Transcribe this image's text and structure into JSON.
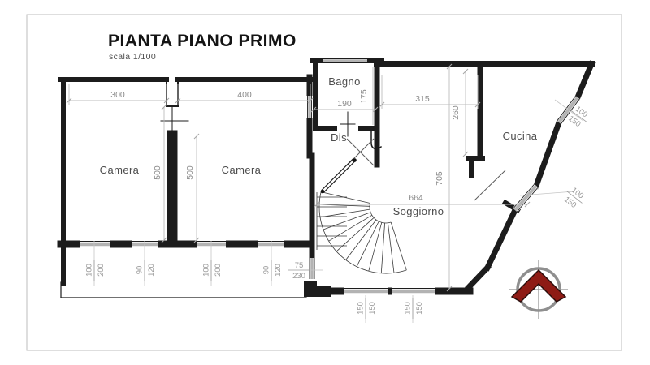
{
  "sheet": {
    "title": "PIANTA PIANO PRIMO",
    "scale_note": "scala 1/100"
  },
  "rooms": {
    "camera1": "Camera",
    "camera2": "Camera",
    "bagno": "Bagno",
    "dis": "Dis.",
    "cucina": "Cucina",
    "soggiorno": "Soggiorno"
  },
  "dims": {
    "d300": "300",
    "d400": "400",
    "d500a": "500",
    "d500b": "500",
    "d190": "190",
    "d175": "175",
    "d315": "315",
    "d260": "260",
    "d705": "705",
    "d664": "664"
  },
  "openings": {
    "o1": {
      "w": "100",
      "h": "200"
    },
    "o2": {
      "w": "90",
      "h": "120"
    },
    "o3": {
      "w": "100",
      "h": "200"
    },
    "o4": {
      "w": "90",
      "h": "120"
    },
    "door": {
      "w": "75",
      "h": "230"
    },
    "o5": {
      "w": "150",
      "h": "150"
    },
    "o6": {
      "w": "150",
      "h": "150"
    },
    "k1": {
      "w": "100",
      "h": "150"
    },
    "k2": {
      "w": "100",
      "h": "150"
    }
  },
  "colors": {
    "wall": "#1c1c1c",
    "dimension": "#8a8a8a",
    "window_fill": "#b3b3b3",
    "compass_red": "#8e1b15",
    "compass_gray": "#8f8f8f"
  }
}
